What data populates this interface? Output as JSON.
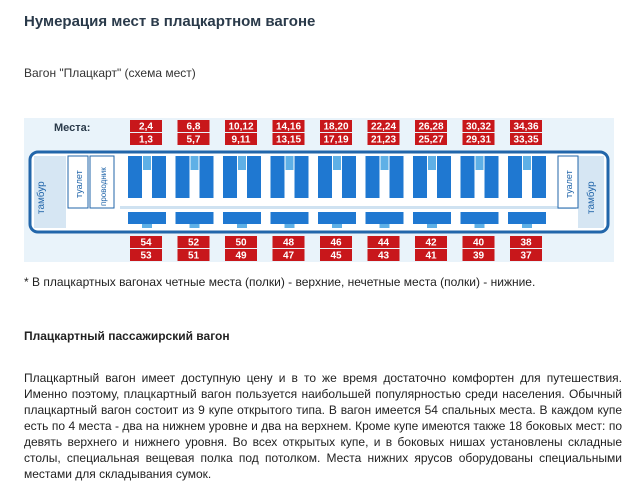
{
  "page": {
    "title": "Нумерация мест в плацкартном вагоне",
    "subtitle": "Вагон \"Плацкарт\" (схема мест)",
    "note": "* В плацкартных вагонах четные места (полки) - верхние, нечетные места (полки) - нижние.",
    "section_title": "Плацкартный пассажирский вагон",
    "paragraph": "Плацкартный вагон имеет доступную цену и в то же время достаточно комфортен для путешествия. Именно поэтому, плацкартный вагон пользуется наибольшей популярностью среди населения. Обычный плацкартный вагон состоит из 9 купе открытого типа. В вагон имеется 54 спальных места. В каждом купе есть по 4 места - два на нижнем уровне и два на верхнем. Кроме купе имеются также 18 боковых мест: по девять верхнего и нижнего уровня. Во всех открытых купе, и в боковых нишах установлены складные столы, специальная вещевая полка под потолком. Места нижних ярусов оборудованы специальными местами для складывания сумок."
  },
  "scheme": {
    "label_seats": "Места:",
    "compartments_upper": [
      "2,4",
      "6,8",
      "10,12",
      "14,16",
      "18,20",
      "22,24",
      "26,28",
      "30,32",
      "34,36"
    ],
    "compartments_lower": [
      "1,3",
      "5,7",
      "9,11",
      "13,15",
      "17,19",
      "21,23",
      "25,27",
      "29,31",
      "33,35"
    ],
    "side_upper": [
      "54",
      "52",
      "50",
      "48",
      "46",
      "44",
      "42",
      "40",
      "38"
    ],
    "side_lower": [
      "53",
      "51",
      "49",
      "47",
      "45",
      "43",
      "41",
      "39",
      "37"
    ],
    "left_tambour": "тамбур",
    "left_toilet": "туалет",
    "conductor": "проводник",
    "right_toilet": "туалет",
    "right_tambour": "тамбур",
    "colors": {
      "label_red": "#c8171b",
      "seat_blue": "#1f78d1",
      "car_outline": "#2266aa",
      "background": "#e9f3fa"
    }
  }
}
